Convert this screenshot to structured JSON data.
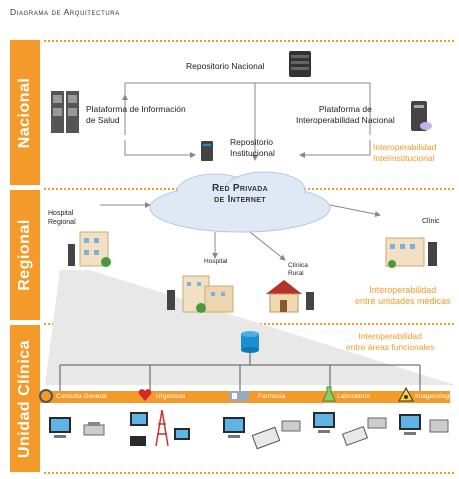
{
  "title": "Diagrama de Arquitectura",
  "bands": {
    "nacional": "Nacional",
    "regional": "Regional",
    "unidad": "Unidad Clínica"
  },
  "nacional": {
    "repositorio_nacional": "Repositorio Nacional",
    "plataforma_info_1": "Plataforma de Información",
    "plataforma_info_2": "de Salud",
    "plataforma_inter_1": "Plataforma de",
    "plataforma_inter_2": "Interoperabilidad Nacional",
    "repositorio_inst_1": "Repositorio",
    "repositorio_inst_2": "Institucional",
    "interop_1": "Interoperabilidad",
    "interop_2": "Interinstitucional"
  },
  "regional": {
    "cloud_1": "Red Privada",
    "cloud_2": "de Internet",
    "hospital_regional_1": "Hospital",
    "hospital_regional_2": "Regional",
    "hospital": "Hospital",
    "clinica_rural_1": "Clínica",
    "clinica_rural_2": "Rural",
    "clinic": "Clínic",
    "interop_1": "Interoperabilidad",
    "interop_2": "entre unidades médicas"
  },
  "unidad": {
    "interop_1": "Interoperabilidad",
    "interop_2": "entre áreas funcionales",
    "areas": [
      "Consulta General",
      "Urgencias",
      "Farmacia",
      "Laboratorio",
      "Imagenología"
    ]
  },
  "colors": {
    "accent": "#f39a2a",
    "server": "#3a3a3a",
    "database": "#1a8fd0"
  }
}
